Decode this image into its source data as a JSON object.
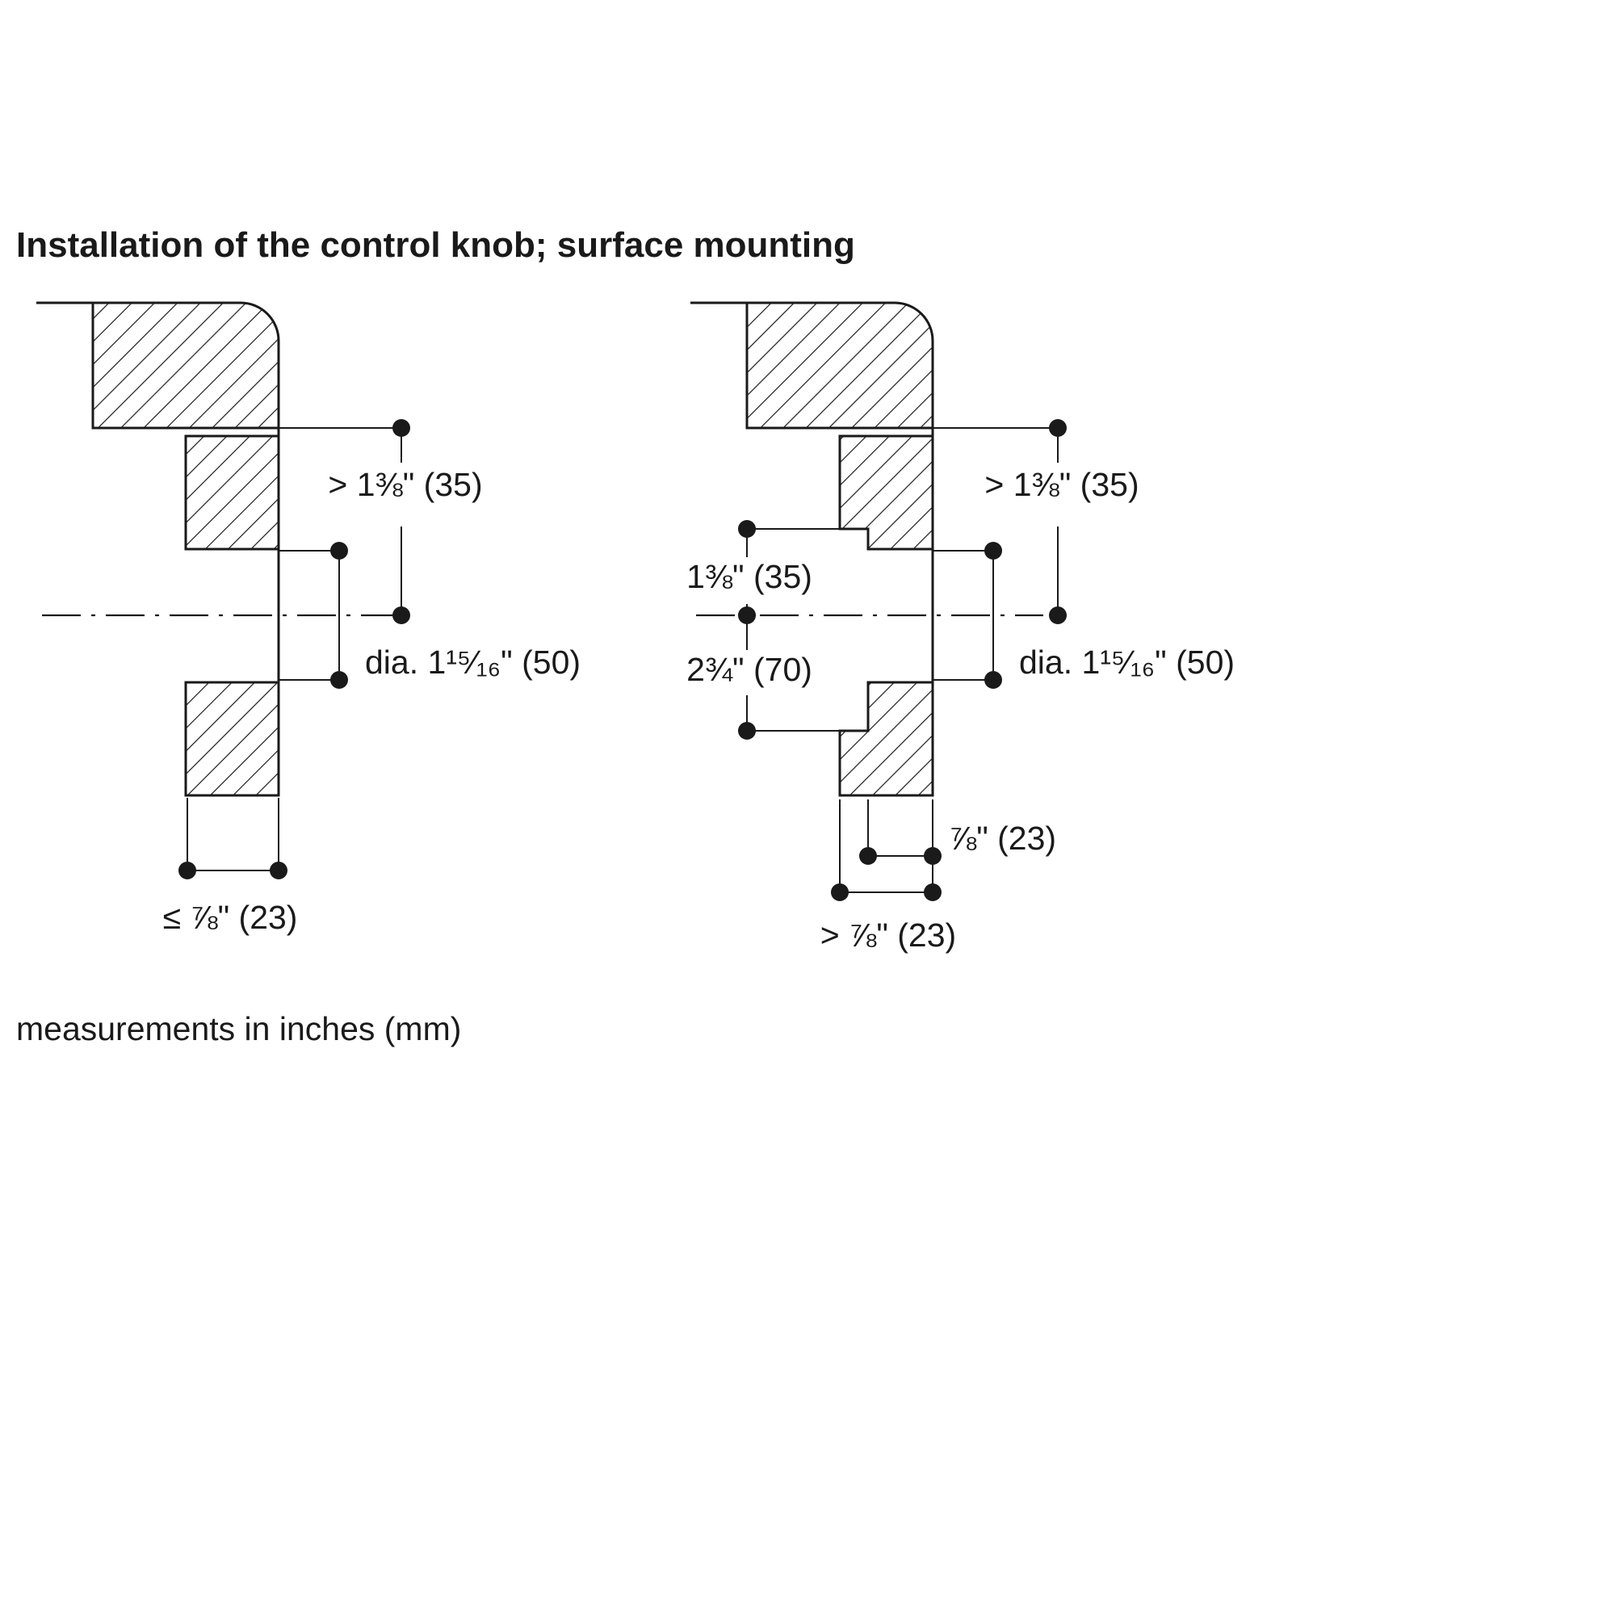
{
  "title": "Installation of the control knob; surface mounting",
  "footer": "measurements in inches (mm)",
  "left": {
    "clearance_above": "> 1⅜\" (35)",
    "hole_diameter": "dia. 1¹⁵⁄₁₆\" (50)",
    "panel_thickness": "≤ ⅞\" (23)"
  },
  "right": {
    "clearance_above": "> 1⅜\" (35)",
    "recess_top": "1⅜\" (35)",
    "recess_bottom": "2¾\" (70)",
    "hole_diameter": "dia. 1¹⁵⁄₁₆\" (50)",
    "recess_thickness": "⅞\" (23)",
    "panel_thickness": "> ⅞\" (23)"
  },
  "colors": {
    "ink": "#1a1a1a",
    "background": "#ffffff"
  }
}
